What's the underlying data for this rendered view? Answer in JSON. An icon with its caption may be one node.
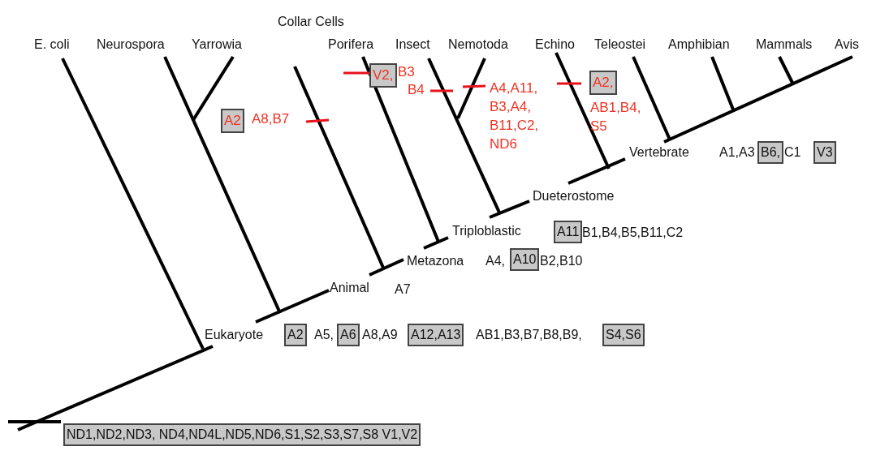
{
  "diagram": {
    "nodes": [
      {
        "text": [
          "V2,"
        ]
      },
      {
        "text": [
          "A2"
        ]
      },
      {
        "text": [
          "A2,"
        ]
      },
      {
        "text": [
          "B6,"
        ]
      },
      {
        "text": [
          "V3"
        ]
      },
      {
        "text": [
          "A11"
        ]
      },
      {
        "text": [
          "A10"
        ]
      },
      {
        "text": [
          "A2"
        ]
      },
      {
        "text": [
          "A6"
        ]
      },
      {
        "text": [
          "A12,A13"
        ]
      },
      {
        "text": [
          "S4,S6"
        ]
      },
      {
        "text": [
          "ND1,ND2,ND3, ND4,ND4L,ND5,ND6,S1,S2,S3,S7,S8 V1,V2"
        ]
      }
    ],
    "labels": [
      "Collar Cells",
      "E. coli",
      "Neurospora",
      "Yarrowia",
      "Porifera",
      "Insect",
      "Nemotoda",
      "Echino",
      "Teleostei",
      "Amphibian",
      "Mammals",
      "Avis",
      "B3",
      "B4",
      "A4,A11, B3,A4, B11,C2, ND6",
      "A8,B7",
      "AB1,B4, S5",
      "Vertebrate",
      "A1,A3",
      "C1",
      "Dueterostome",
      "Triploblastic",
      "B1,B4,B5,B11,C2",
      "Metazona",
      "A4,",
      "B2,B10",
      "Animal",
      "A7",
      "Eukaryote",
      "A5,",
      "A8,A9",
      "AB1,B3,B7,B8,B9,"
    ]
  }
}
